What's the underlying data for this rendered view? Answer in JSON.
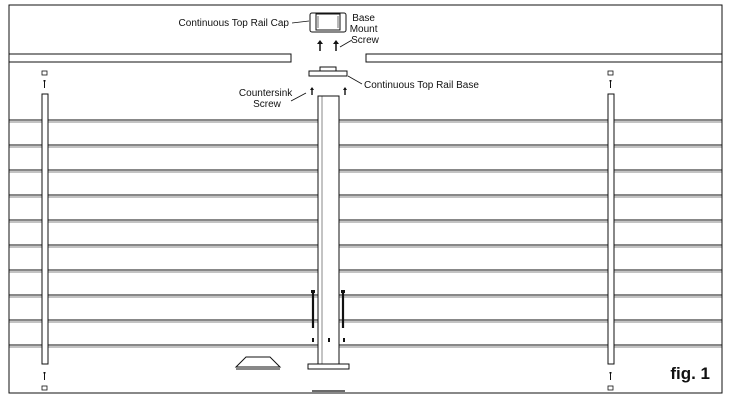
{
  "labels": {
    "top_rail_cap": "Continuous Top Rail Cap",
    "base_mount_screw": [
      "Base",
      "Mount",
      "Screw"
    ],
    "top_rail_base": "Continuous Top Rail Base",
    "countersink_screw": [
      "Countersink",
      "Screw"
    ],
    "figure": "fig. 1"
  },
  "colors": {
    "line": "#111111",
    "background": "#ffffff"
  },
  "cable_count": 10
}
